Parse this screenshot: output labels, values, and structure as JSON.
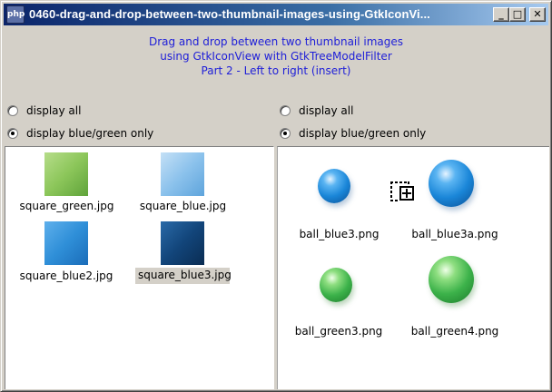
{
  "window": {
    "title": "0460-drag-and-drop-between-two-thumbnail-images-using-GtkIconVi...",
    "app_icon_label": "php",
    "minimize": "_",
    "maximize": "□",
    "close": "✕"
  },
  "header": {
    "line1": "Drag and drop between two thumbnail images",
    "line2": "using GtkIconView with GtkTreeModelFilter",
    "line3": "Part 2 - Left to right (insert)"
  },
  "left": {
    "radio_all": "display all",
    "radio_filtered": "display blue/green only",
    "selected_radio": "display blue/green only",
    "items": [
      {
        "label": "square_green.jpg",
        "color": "#8cc65a"
      },
      {
        "label": "square_blue.jpg",
        "color": "#8cc2ec"
      },
      {
        "label": "square_blue2.jpg",
        "color": "#2f8fd8"
      },
      {
        "label": "square_blue3.jpg",
        "color": "#12457a",
        "selected": true
      }
    ]
  },
  "right": {
    "radio_all": "display all",
    "radio_filtered": "display blue/green only",
    "selected_radio": "display blue/green only",
    "items": [
      {
        "label": "ball_blue3.png",
        "color": "#1a86d8"
      },
      {
        "label": "ball_blue3a.png",
        "color": "#1a86d8"
      },
      {
        "label": "ball_green3.png",
        "color": "#3cb24a"
      },
      {
        "label": "ball_green4.png",
        "color": "#3cb24a"
      }
    ]
  },
  "colors": {
    "header_text": "#2020d8",
    "titlebar_start": "#0a246a",
    "titlebar_end": "#a6caf0",
    "window_bg": "#d4d0c8",
    "selection_bg": "#d4d0c8"
  }
}
